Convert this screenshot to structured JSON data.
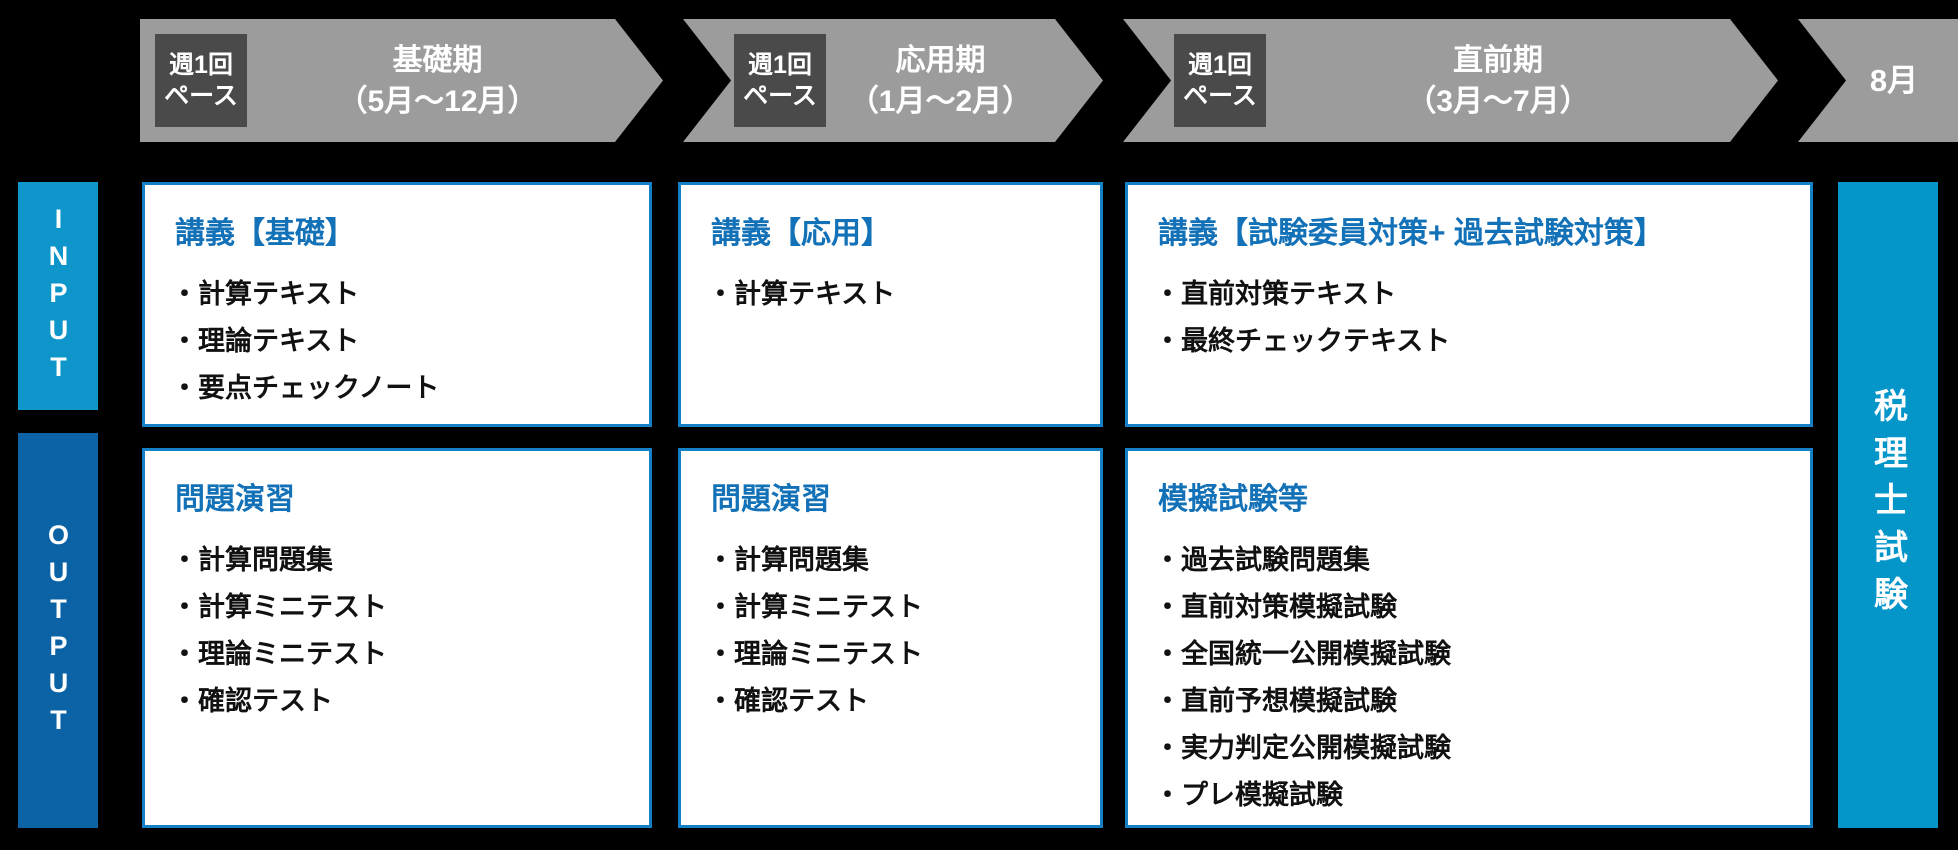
{
  "colors": {
    "background": "#000000",
    "band_gray": "#9c9c9c",
    "badge_gray": "#4a4a4a",
    "input_blue": "#0e95c9",
    "output_blue": "#0b63a6",
    "goal_blue": "#0495c9",
    "card_border_blue": "#1480c5",
    "heading_blue": "#1371b7"
  },
  "timeline": {
    "segments": [
      {
        "badge_line1": "週1回",
        "badge_line2": "ペース",
        "title": "基礎期",
        "period": "（5月～12月）"
      },
      {
        "badge_line1": "週1回",
        "badge_line2": "ペース",
        "title": "応用期",
        "period": "（1月～2月）"
      },
      {
        "badge_line1": "週1回",
        "badge_line2": "ペース",
        "title": "直前期",
        "period": "（3月～7月）"
      },
      {
        "title": "8月"
      }
    ]
  },
  "input_row": {
    "label": "INPUT",
    "boxes": [
      {
        "heading": "講義【基礎】",
        "items": [
          "・計算テキスト",
          "・理論テキスト",
          "・要点チェックノート"
        ]
      },
      {
        "heading": "講義【応用】",
        "items": [
          "・計算テキスト"
        ]
      },
      {
        "heading": "講義【試験委員対策+ 過去試験対策】",
        "items": [
          "・直前対策テキスト",
          "・最終チェックテキスト"
        ]
      }
    ]
  },
  "output_row": {
    "label": "OUTPUT",
    "boxes": [
      {
        "heading": "問題演習",
        "items": [
          "・計算問題集",
          "・計算ミニテスト",
          "・理論ミニテスト",
          "・確認テスト"
        ]
      },
      {
        "heading": "問題演習",
        "items": [
          "・計算問題集",
          "・計算ミニテスト",
          "・理論ミニテスト",
          "・確認テスト"
        ]
      },
      {
        "heading": "模擬試験等",
        "items": [
          "・過去試験問題集",
          "・直前対策模擬試験",
          "・全国統一公開模擬試験",
          "・直前予想模擬試験",
          "・実力判定公開模擬試験",
          "・プレ模擬試験"
        ]
      }
    ]
  },
  "goal": {
    "label": "税理士試験"
  }
}
